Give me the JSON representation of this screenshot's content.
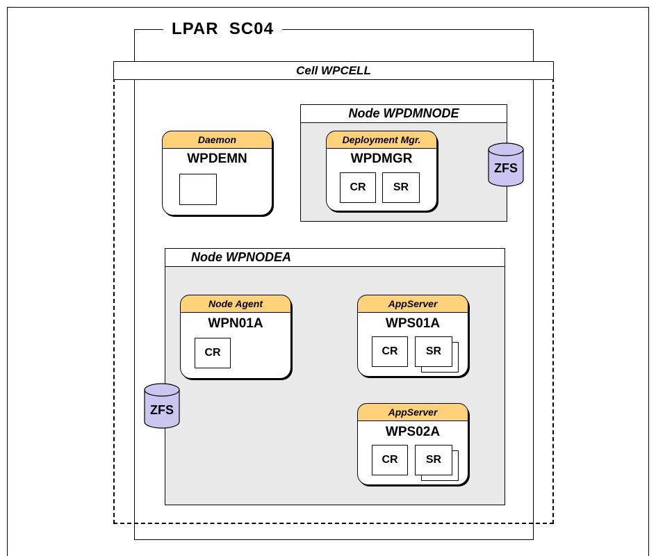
{
  "lpar_title": "LPAR  SC04",
  "cell_title": "Cell WPCELL",
  "node_dmgr": {
    "title": "Node WPDMNODE",
    "server": {
      "type_label": "Deployment Mgr.",
      "name": "WPDMGR",
      "cr": "CR",
      "sr": "SR"
    },
    "zfs": "ZFS"
  },
  "daemon": {
    "type_label": "Daemon",
    "name": "WPDEMN"
  },
  "node_a": {
    "title": "Node WPNODEA",
    "agent": {
      "type_label": "Node Agent",
      "name": "WPN01A",
      "cr": "CR"
    },
    "app1": {
      "type_label": "AppServer",
      "name": "WPS01A",
      "cr": "CR",
      "sr": "SR"
    },
    "app2": {
      "type_label": "AppServer",
      "name": "WPS02A",
      "cr": "CR",
      "sr": "SR"
    },
    "zfs": "ZFS"
  },
  "colors": {
    "label_fill": "#ffd27a",
    "node_fill": "#e9e9e9",
    "zfs_fill": "#c9c6f2"
  }
}
